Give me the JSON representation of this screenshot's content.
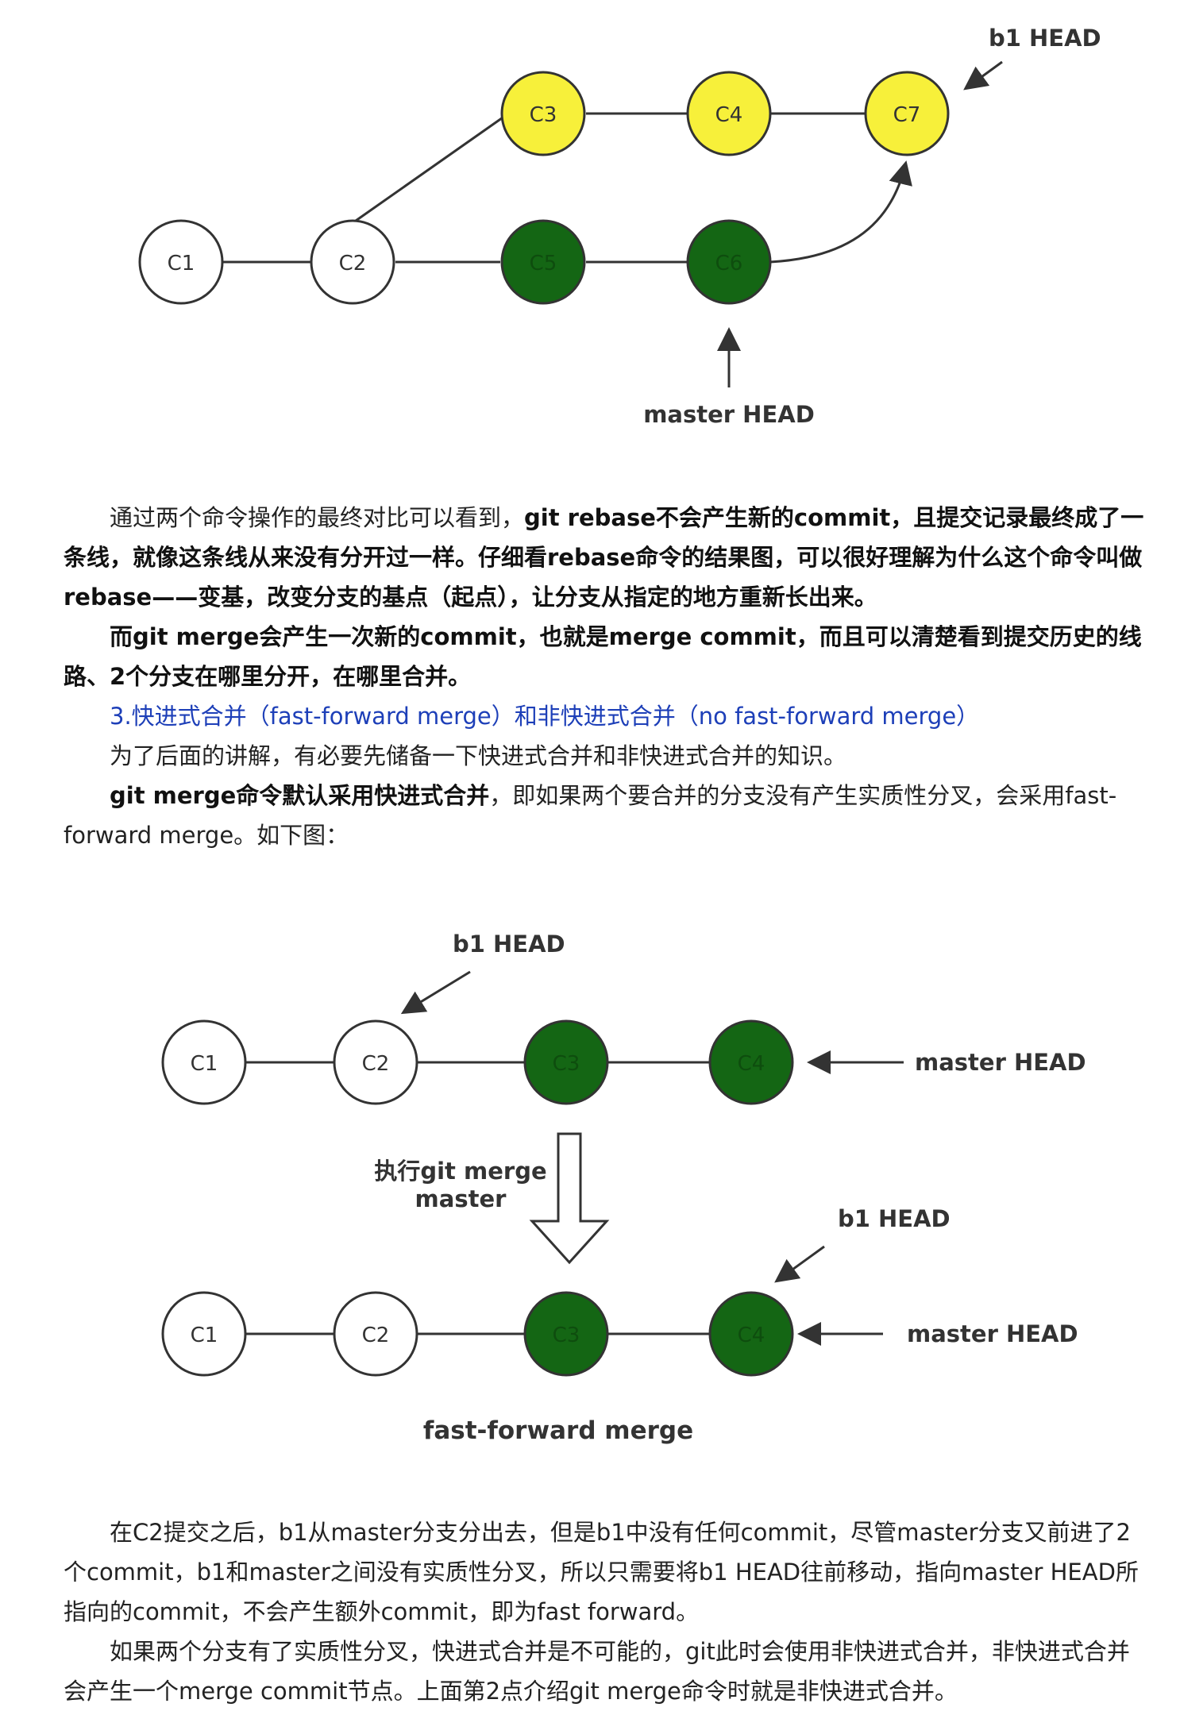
{
  "figure_rebase": {
    "nodes": {
      "c1": "C1",
      "c2": "C2",
      "c3": "C3",
      "c4": "C4",
      "c5": "C5",
      "c6": "C6",
      "c7": "C7"
    },
    "b1_head": "b1 HEAD",
    "master_head": "master HEAD",
    "colors": {
      "yellow": "#f7f03a",
      "green": "#146614",
      "white": "#ffffff",
      "stroke": "#333333"
    }
  },
  "paragraphs": {
    "p1": {
      "a": "通过两个命令操作的最终对比可以看到，",
      "b": "git rebase不会产生新的commit，且提交记录最终成了一条线，就像这条线从来没有分开过一样。仔细看rebase命令的结果图，可以很好理解为什么这个命令叫做rebase——变基，改变分支的基点（起点），让分支从指定的地方重新长出来。"
    },
    "p2": "而git merge会产生一次新的commit，也就是merge commit，而且可以清楚看到提交历史的线路、2个分支在哪里分开，在哪里合并。",
    "p3": "3.快进式合并（fast-forward merge）和非快进式合并（no fast-forward merge）",
    "p4": "为了后面的讲解，有必要先储备一下快进式合并和非快进式合并的知识。",
    "p5": {
      "bold": "git merge命令默认采用快进式合并",
      "rest": "，即如果两个要合并的分支没有产生实质性分叉，会采用fast-forward merge。如下图："
    }
  },
  "figure_ff": {
    "nodes": {
      "c1": "C1",
      "c2": "C2",
      "c3": "C3",
      "c4": "C4"
    },
    "b1_head": "b1 HEAD",
    "master_head": "master HEAD",
    "action_line1": "执行git merge",
    "action_line2": "master",
    "caption": "fast-forward merge"
  },
  "paragraphs2": {
    "p6": "在C2提交之后，b1从master分支分出去，但是b1中没有任何commit，尽管master分支又前进了2个commit，b1和master之间没有实质性分叉，所以只需要将b1 HEAD往前移动，指向master HEAD所指向的commit，不会产生额外commit，即为fast forward。",
    "p7": "如果两个分支有了实质性分叉，快进式合并是不可能的，git此时会使用非快进式合并，非快进式合并会产生一个merge commit节点。上面第2点介绍git merge命令时就是非快进式合并。"
  }
}
